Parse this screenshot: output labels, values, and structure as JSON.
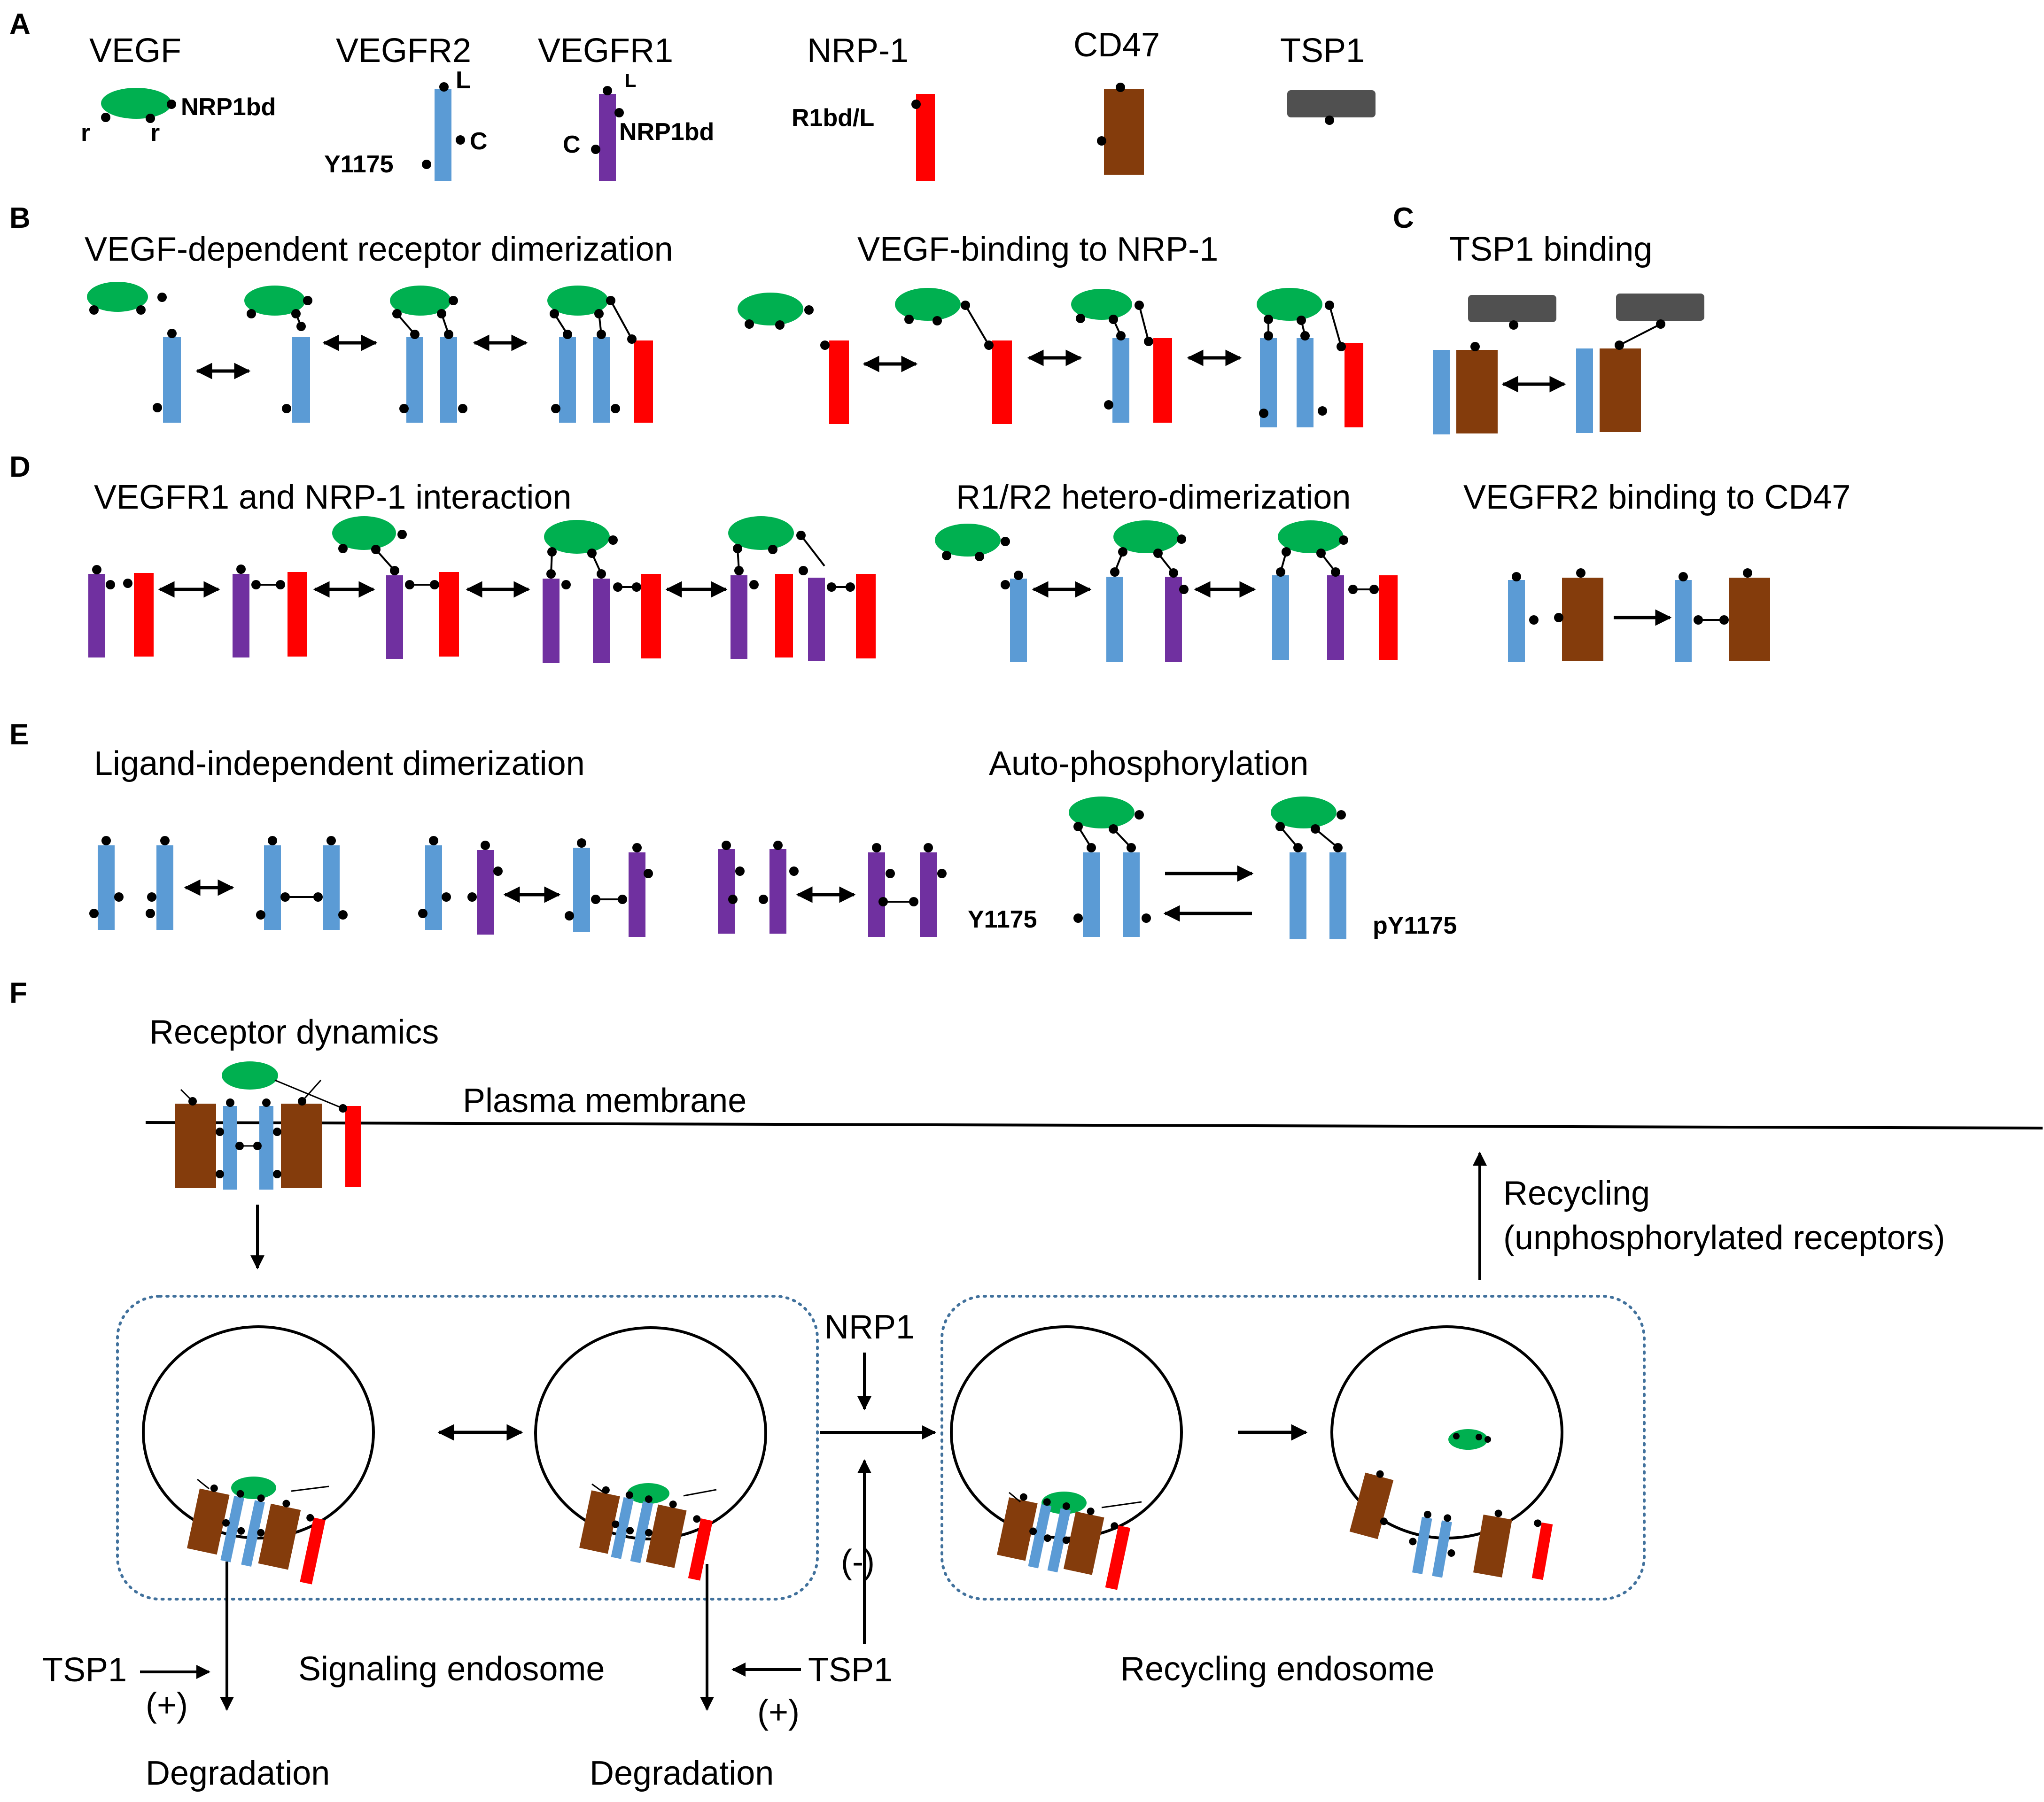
{
  "colors": {
    "vegf": "#00b050",
    "vegfr2": "#5b9bd5",
    "vegfr1": "#7030a0",
    "nrp1": "#ff0000",
    "cd47": "#843c0c",
    "tsp1": "#505050",
    "endosome_border": "#41719c"
  },
  "panels": {
    "A": {
      "letter": "A",
      "molecules": [
        {
          "name": "VEGF",
          "sites": [
            "r",
            "r",
            "NRP1bd"
          ]
        },
        {
          "name": "VEGFR2",
          "sites": [
            "L",
            "C",
            "Y1175"
          ]
        },
        {
          "name": "VEGFR1",
          "sites": [
            "L",
            "C",
            "NRP1bd"
          ]
        },
        {
          "name": "NRP-1",
          "sites": [
            "R1bd/L"
          ]
        },
        {
          "name": "CD47",
          "sites": []
        },
        {
          "name": "TSP1",
          "sites": []
        }
      ]
    },
    "B": {
      "letter": "B",
      "titles": [
        "VEGF-dependent receptor dimerization",
        "VEGF-binding to NRP-1"
      ]
    },
    "C": {
      "letter": "C",
      "titles": [
        "TSP1 binding"
      ]
    },
    "D": {
      "letter": "D",
      "titles": [
        "VEGFR1 and NRP-1 interaction",
        "R1/R2 hetero-dimerization",
        "VEGFR2 binding to CD47"
      ]
    },
    "E": {
      "letter": "E",
      "titles": [
        "Ligand-independent dimerization",
        "Auto-phosphorylation"
      ],
      "site_labels": [
        "Y1175",
        "pY1175"
      ]
    },
    "F": {
      "letter": "F",
      "title": "Receptor dynamics",
      "membrane": "Plasma membrane",
      "recycling": [
        "Recycling",
        "(unphosphorylated receptors)"
      ],
      "nrp1": "NRP1",
      "inhibit": "(-)",
      "promote": "(+)",
      "tsp1": "TSP1",
      "signaling_endosome": "Signaling endosome",
      "recycling_endosome": "Recycling endosome",
      "degradation": "Degradation"
    }
  }
}
